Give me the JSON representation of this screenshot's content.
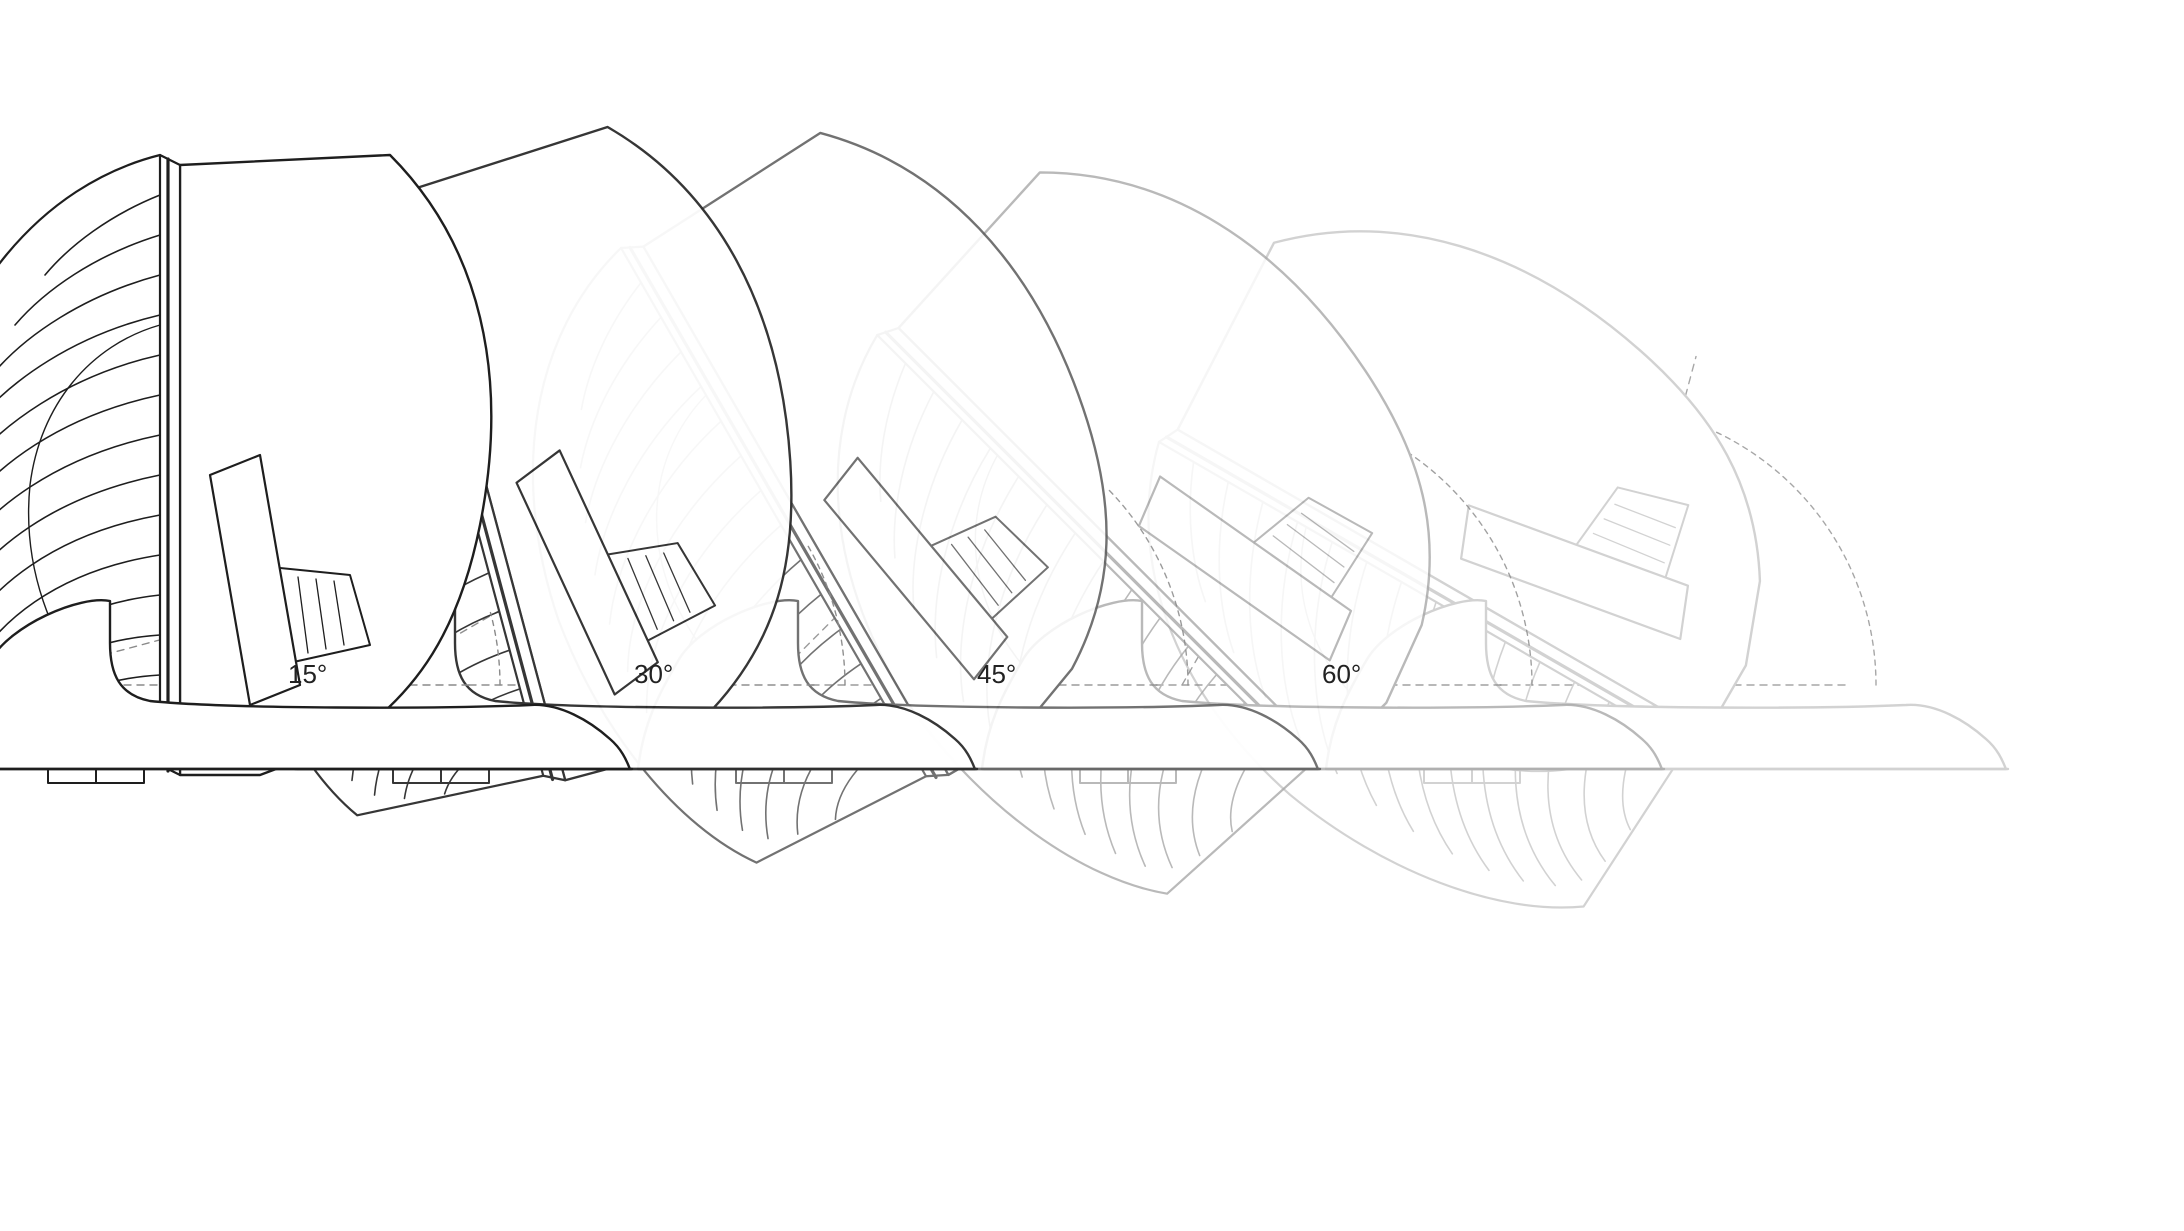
{
  "figure": {
    "stages": [
      {
        "label": "15°",
        "tilt": 15,
        "tone": "#1e1e1e",
        "opacity": 1.0
      },
      {
        "label": "30°",
        "tilt": 30,
        "tone": "#2c2c2c",
        "opacity": 0.95
      },
      {
        "label": "45°",
        "tilt": 45,
        "tone": "#5a5a5a",
        "opacity": 0.85
      },
      {
        "label": "60°",
        "tilt": 60,
        "tone": "#a8a8a8",
        "opacity": 0.8
      },
      {
        "label": "",
        "tilt": 75,
        "tone": "#c4c4c4",
        "opacity": 0.75
      }
    ]
  }
}
